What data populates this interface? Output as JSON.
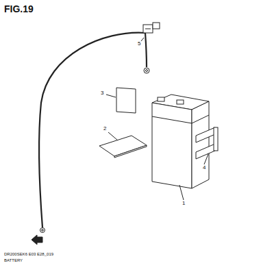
{
  "diagram": {
    "title": "FIG.19",
    "caption": "BATTERY",
    "labels": [
      "5",
      "3",
      "2",
      "4",
      "1",
      "DR200SEK6 E03 E28_019"
    ]
  }
}
